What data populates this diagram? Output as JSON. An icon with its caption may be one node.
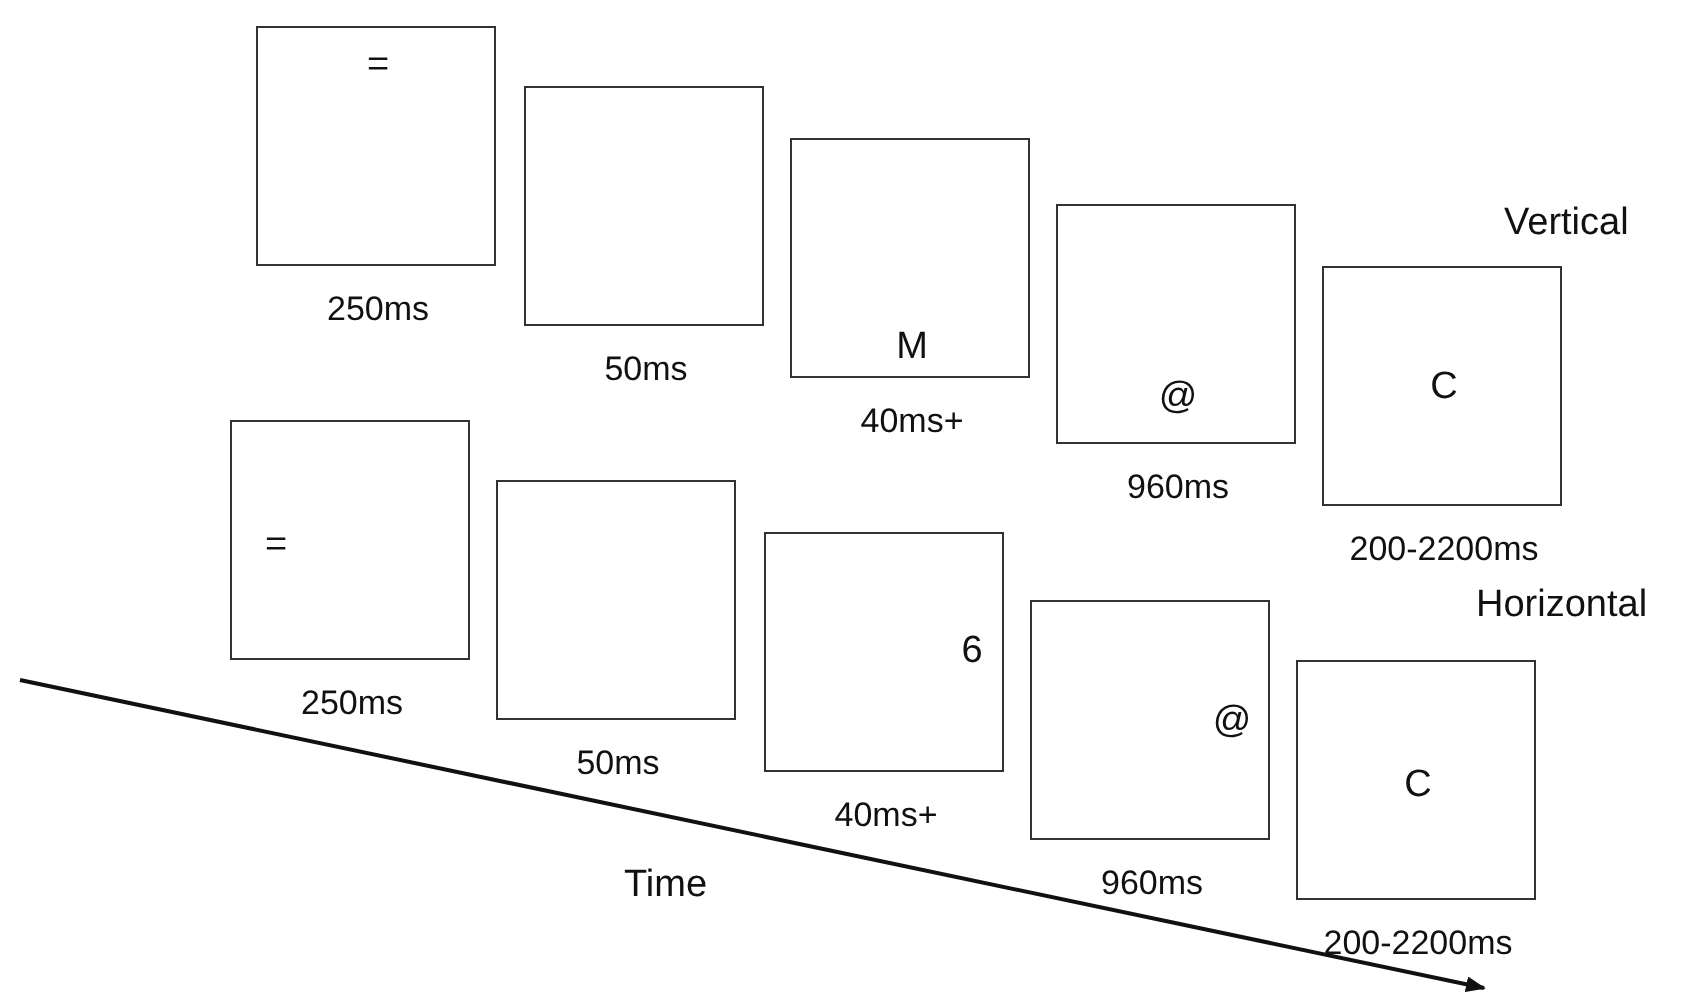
{
  "diagram": {
    "nodes": [
      {
        "text": [
          "="
        ],
        "beside": [
          "250ms"
        ]
      },
      {
        "text": [],
        "shape": "box",
        "beside": [
          "50ms"
        ]
      },
      {
        "text": [
          "M"
        ],
        "beside": [
          "40ms+"
        ]
      },
      {
        "text": [
          "@"
        ],
        "beside": [
          "960ms"
        ]
      },
      {
        "text": [
          "C"
        ],
        "beside": [
          "200-2200ms"
        ]
      },
      {
        "text": [
          "="
        ],
        "beside": [
          "250ms"
        ]
      },
      {
        "text": [],
        "shape": "box",
        "beside": [
          "50ms"
        ]
      },
      {
        "text": [
          "6"
        ],
        "beside": [
          "40ms+"
        ]
      },
      {
        "text": [
          "@"
        ],
        "beside": [
          "960ms"
        ]
      },
      {
        "text": [
          "C"
        ],
        "beside": [
          "200-2200ms"
        ]
      }
    ],
    "labels": [
      "Vertical",
      "Horizontal",
      "Time"
    ]
  }
}
